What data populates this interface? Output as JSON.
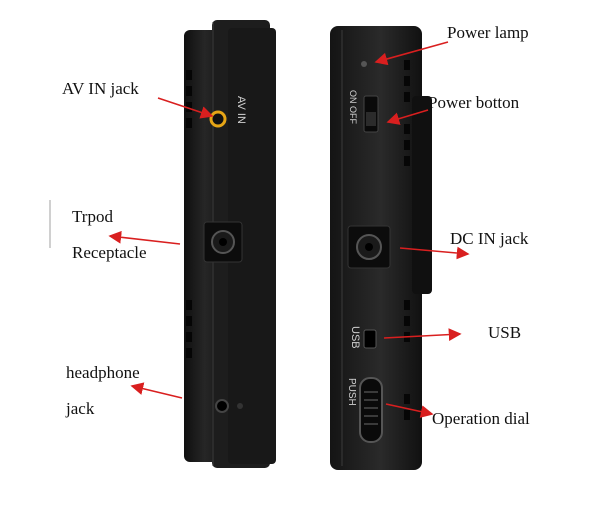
{
  "labels": {
    "av_in_jack": "AV IN jack",
    "tripod_line1": "Trpod",
    "tripod_line2": "Receptacle",
    "headphone_line1": "headphone",
    "headphone_line2": "jack",
    "power_lamp": "Power lamp",
    "power_button": "Power botton",
    "dc_in_jack": "DC IN jack",
    "usb": "USB",
    "operation_dial": "Operation dial"
  },
  "device_print": {
    "av_in": "AV IN",
    "on_off": "ON OFF",
    "usb": "USB",
    "push": "PUSH"
  },
  "colors": {
    "device_body": "#1c1c1c",
    "arrow": "#d91f1f",
    "av_jack_ring": "#e6a516"
  }
}
